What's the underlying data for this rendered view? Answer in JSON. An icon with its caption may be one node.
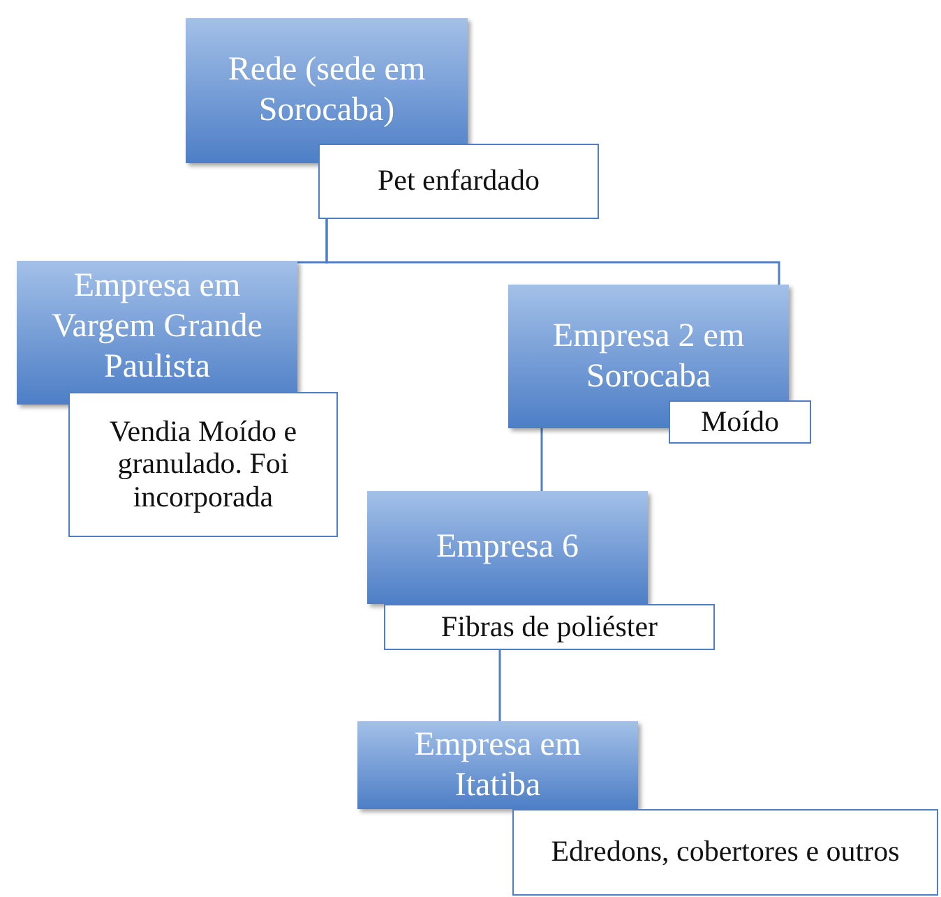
{
  "diagram": {
    "nodes": [
      {
        "text": [
          "Rede (sede em Sorocaba)"
        ]
      },
      {
        "text": [
          "Pet enfardado"
        ]
      },
      {
        "text": [
          "Empresa em Vargem Grande Paulista"
        ]
      },
      {
        "text": [
          "Vendia Moído e granulado. Foi incorporada"
        ]
      },
      {
        "text": [
          "Empresa 2 em Sorocaba"
        ]
      },
      {
        "text": [
          "Moído"
        ]
      },
      {
        "text": [
          "Empresa 6"
        ]
      },
      {
        "text": [
          "Fibras de poliéster"
        ]
      },
      {
        "text": [
          "Empresa em Itatiba"
        ]
      },
      {
        "text": [
          "Edredons, cobertores e outros"
        ]
      }
    ],
    "edges": [
      {
        "from": 1,
        "to": 2,
        "arrow": "none"
      },
      {
        "from": 1,
        "to": 4,
        "arrow": "none"
      },
      {
        "from": 4,
        "to": 6,
        "arrow": "none"
      },
      {
        "from": 7,
        "to": 8,
        "arrow": "none"
      }
    ]
  }
}
